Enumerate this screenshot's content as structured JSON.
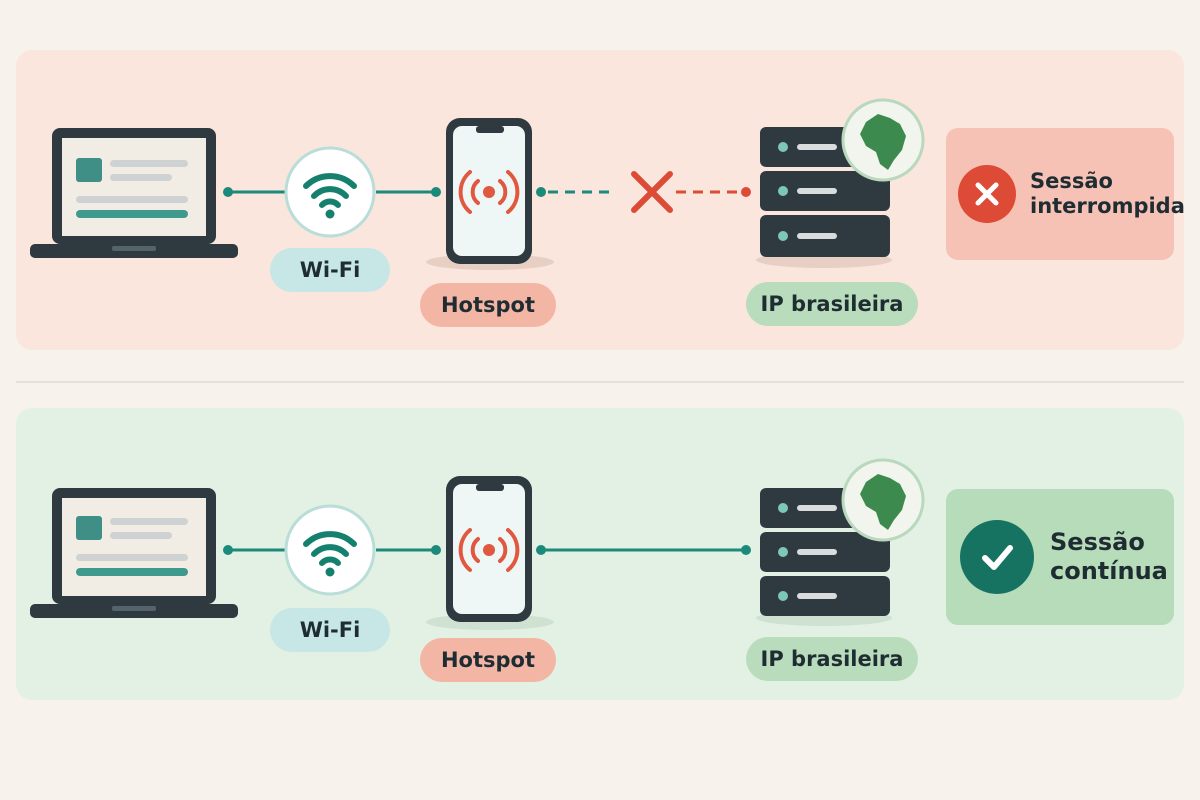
{
  "panels": {
    "top": {
      "labels": {
        "wifi": "Wi-Fi",
        "hotspot": "Hotspot",
        "server": "IP brasileira"
      },
      "status": {
        "line1": "Sessão",
        "line2": "interrompida",
        "icon": "x-icon",
        "color": "#dd4b36"
      },
      "link_state": "broken"
    },
    "bottom": {
      "labels": {
        "wifi": "Wi-Fi",
        "hotspot": "Hotspot",
        "server": "IP brasileira"
      },
      "status": {
        "line1": "Sessão",
        "line2": "contínua",
        "icon": "check-icon",
        "color": "#167362"
      },
      "link_state": "connected"
    }
  },
  "colors": {
    "teal": "#1b8a7a",
    "dark": "#2f3a40",
    "error_red": "#dd4b36",
    "wave_red": "#e0583f",
    "brazil_green": "#3d8a4f"
  }
}
